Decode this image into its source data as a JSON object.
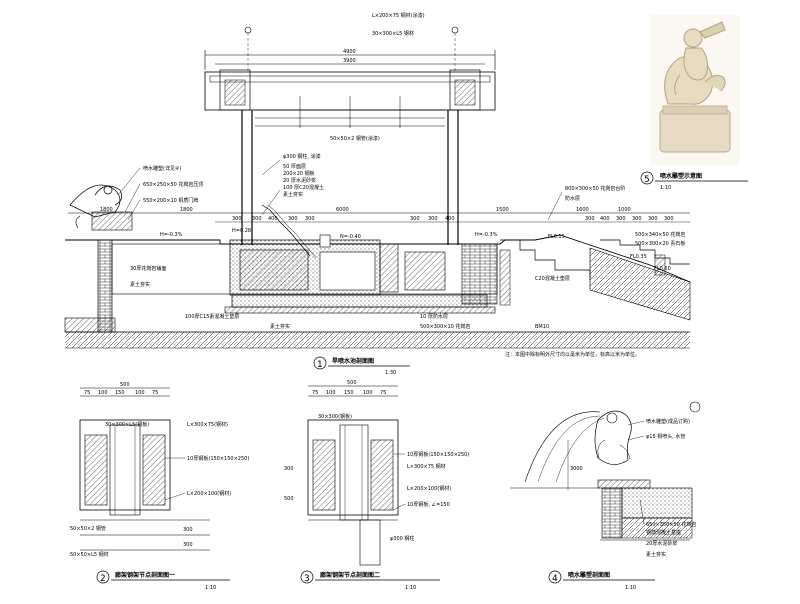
{
  "drawing": {
    "main_section": {
      "number": "1",
      "title": "旱喷水池剖面图",
      "scale": "1:30",
      "dims_top": [
        "4900",
        "3900"
      ],
      "dims_mid": [
        "1800",
        "6000",
        "1600",
        "1500",
        "1000",
        "1800"
      ],
      "dims_small": [
        "300",
        "300",
        "400",
        "300",
        "300",
        "300",
        "300",
        "400",
        "300",
        "400",
        "300",
        "300",
        "300",
        "300",
        "300",
        "300"
      ],
      "levels": [
        "H=-0.3%",
        "H=-0.3%",
        "H=0.28",
        "N=-0.40",
        "FL0.15",
        "FL0.60",
        "FL0.35"
      ],
      "labels_pergola": [
        "L×200×75 钢材(涂漆)",
        "30×300×L5 钢材",
        "50×50×2 钢管(涂漆)",
        "φ300 钢柱, 涂漆",
        "50 厚面层",
        "200×20 钢板",
        "20 厚水泥砂浆",
        "100 厚C20混凝土",
        "素土夯实"
      ],
      "labels_left": [
        "喷水雕塑(详见④)",
        "650×250×50 花岗岩压顶",
        "550×200×10 铜质门牌",
        "30厚花岗岩铺面",
        "素土夯实"
      ],
      "labels_right": [
        "800×300×50 花岗岩台阶",
        "防水层",
        "500×340×50 花岗岩",
        "500×300×20 青石板",
        "C20混凝土垫层"
      ],
      "labels_bottom": [
        "100厚C15素混凝土垫层",
        "10 厚防水层",
        "素土夯实",
        "500×300×10 花岗岩",
        "BM10"
      ],
      "note": "注：本图中除标明外尺寸均以毫米为单位，标高以米为单位。"
    },
    "detail2": {
      "number": "2",
      "title": "廊架钢架节点剖面图一",
      "scale": "1:10",
      "dims": [
        "500",
        "75",
        "100",
        "150",
        "100",
        "75",
        "300",
        "300"
      ],
      "labels": [
        "30×300×L5(钢板)",
        "L×300×75(钢材)",
        "10厚钢板(150×150×250)",
        "L×200×100(钢材)",
        "50×50×2 钢管",
        "50×50×L5 钢材"
      ]
    },
    "detail3": {
      "number": "3",
      "title": "廊架钢架节点剖面图二",
      "scale": "1:10",
      "dims": [
        "500",
        "75",
        "100",
        "150",
        "100",
        "75",
        "300",
        "500"
      ],
      "labels": [
        "30×300(钢板)",
        "10厚钢板(150×150×250)",
        "L×300×75 钢材",
        "L×200×100(钢材)",
        "10厚钢板, ∠=150",
        "φ300 钢柱"
      ]
    },
    "detail4": {
      "number": "4",
      "title": "喷水雕塑剖面图",
      "scale": "1:10",
      "dims": [
        "3000"
      ],
      "labels": [
        "喷水雕塑(成品订购)",
        "φ15 铜喷头, 水管",
        "650×350×50 花岗岩",
        "钢筋混凝土基座",
        "20厚水泥砂浆",
        "素土夯实"
      ]
    },
    "detail5": {
      "number": "5",
      "title": "喷水雕塑示意图",
      "scale": "1:10"
    }
  }
}
